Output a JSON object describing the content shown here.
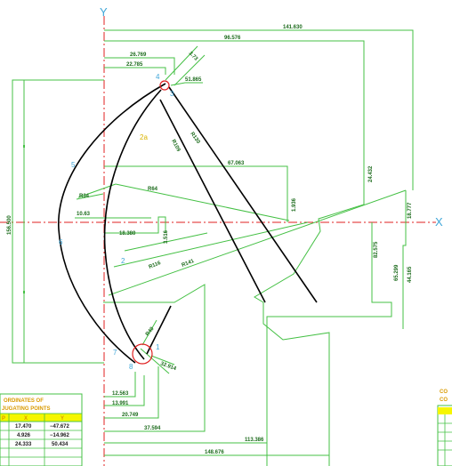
{
  "axes": {
    "x_label": "X",
    "y_label": "Y"
  },
  "dimensions": {
    "d141_630": "141.630",
    "d96_576": "96.576",
    "d26_769": "26.769",
    "d22_785": "22.785",
    "d3_73": "3.73",
    "d51_865": "51.865",
    "d67_063": "67.063",
    "d24_432": "24.432",
    "d18_777": "18.777",
    "d1_936": "1.936",
    "d82_575": "82.575",
    "d65_299": "65.299",
    "d44_165": "44.165",
    "d156_500": "156.500",
    "d10_63": "10.63",
    "d18_380": "18.380",
    "d3_516": "3.516",
    "r34": "R34",
    "r64": "R64",
    "r130": "R130",
    "r109": "R109",
    "r116": "R116",
    "r141": "R141",
    "r40": "R40",
    "d32_914": "32.914",
    "d12_563": "12.563",
    "d13_991": "13.991",
    "d20_749": "20.749",
    "d37_594": "37.594",
    "d113_386": "113.386",
    "d148_676": "148.676"
  },
  "points": {
    "p1": "1",
    "p2": "2",
    "p2a": "2a",
    "p3": "3",
    "p4": "4",
    "p5": "5",
    "p6": "6",
    "p7": "7",
    "p8": "8"
  },
  "table_left": {
    "title_line1": "ORDINATES OF",
    "title_line2": "JUGATING POINTS",
    "headers": [
      "P",
      "X",
      "Y"
    ],
    "rows": [
      [
        "",
        "17.470",
        "−47.672"
      ],
      [
        "",
        "4.926",
        "−14.962"
      ],
      [
        "",
        "24.333",
        "50.434"
      ]
    ]
  },
  "table_right": {
    "title_line1": "CO",
    "title_line2": "CO"
  },
  "colors": {
    "dimension_line": "#44c044",
    "profile": "#000000",
    "axis": "#e02020",
    "label": "#3fa6d8"
  }
}
